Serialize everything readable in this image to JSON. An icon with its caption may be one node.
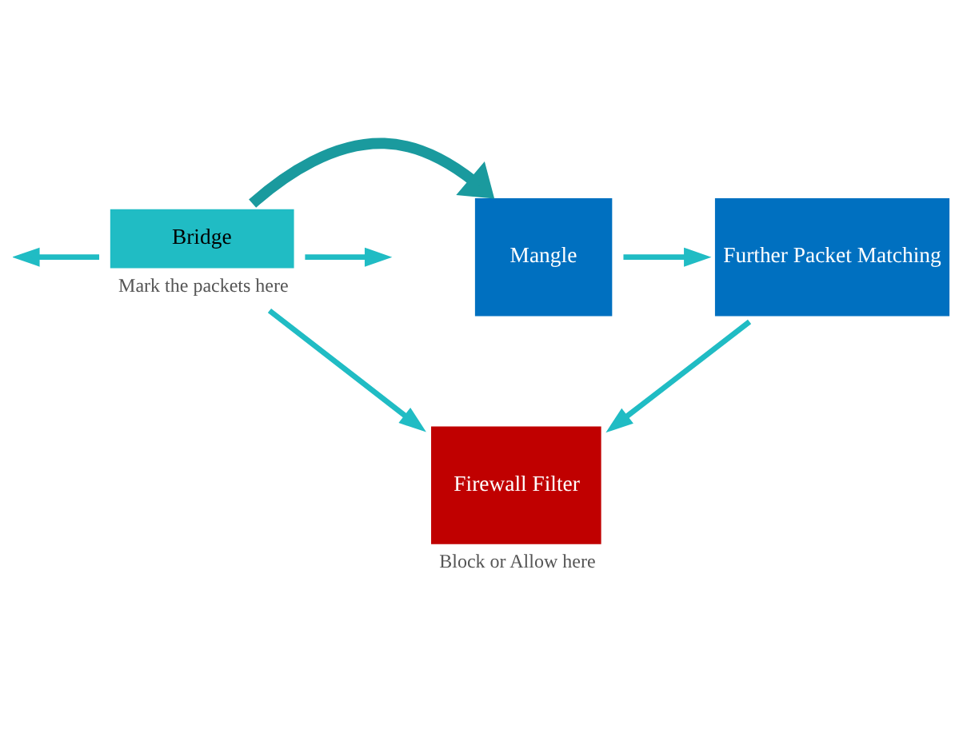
{
  "diagram": {
    "nodes": [
      {
        "text": [
          "Bridge"
        ],
        "beside": [
          "Mark the packets here"
        ]
      },
      {
        "text": [
          "Mangle"
        ]
      },
      {
        "text": [
          "Further Packet Matching"
        ]
      },
      {
        "text": [
          "Firewall Filter"
        ],
        "beside": [
          "Block or Allow here"
        ]
      }
    ],
    "edges": [
      {
        "from": 0,
        "to": 1,
        "arrow": "to",
        "style": "thick",
        "color": "#1a9a9e"
      },
      {
        "from": 1,
        "to": 2,
        "arrow": "to"
      },
      {
        "from": 0,
        "to": 3,
        "arrow": "to"
      },
      {
        "from": 2,
        "to": 3,
        "arrow": "to"
      },
      {
        "from": 0,
        "to": null,
        "arrow": "to"
      },
      {
        "from": 0,
        "to": null,
        "arrow": "to"
      }
    ]
  }
}
